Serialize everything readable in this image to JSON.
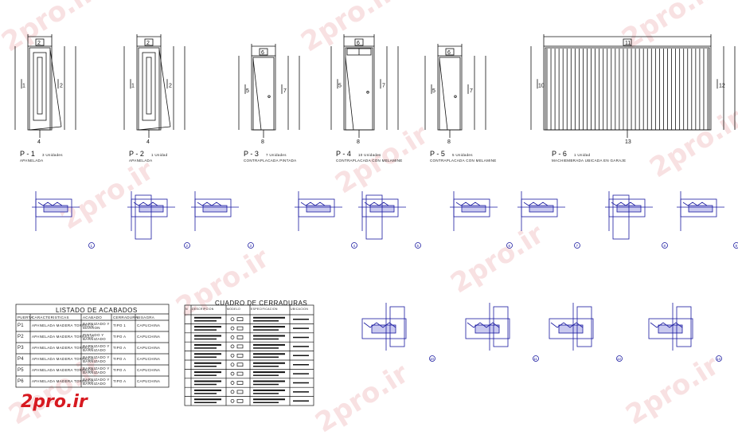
{
  "brand": {
    "text": "2pro.ir",
    "color": "#d71920"
  },
  "watermark": {
    "text": "2pro.ir",
    "color": "#f4c9cc"
  },
  "doors": [
    {
      "code": "P - 1",
      "units": "3 Unidades",
      "desc": "APANELADA",
      "top_mark": "2",
      "side_mark": "1",
      "right_mark": "2",
      "bottom_mark": "4"
    },
    {
      "code": "P - 2",
      "units": "1 Unidad",
      "desc": "APANELADA",
      "top_mark": "2",
      "side_mark": "1",
      "right_mark": "2",
      "bottom_mark": "4"
    },
    {
      "code": "P - 3",
      "units": "7 Unidades",
      "desc": "CONTRAPLACADA PINTADA",
      "top_mark": "6",
      "side_mark": "5",
      "right_mark": "7",
      "bottom_mark": "8"
    },
    {
      "code": "P - 4",
      "units": "10 Unidades",
      "desc": "CONTRAPLACADA CON MELAMINE",
      "top_mark": "6",
      "side_mark": "5",
      "right_mark": "7",
      "bottom_mark": "8"
    },
    {
      "code": "P - 5",
      "units": "5 Unidades",
      "desc": "CONTRAPLACADA CON MELAMINE",
      "top_mark": "6",
      "side_mark": "5",
      "right_mark": "7",
      "bottom_mark": "8"
    },
    {
      "code": "P - 6",
      "units": "1 Unidad",
      "desc": "MACHIEMBRADA UBICADA EN GARAJE",
      "top_mark": "11",
      "side_mark": "10",
      "right_mark": "12",
      "bottom_mark": "13"
    }
  ],
  "detail_numbers": [
    "1",
    "2",
    "3",
    "4",
    "5",
    "6",
    "7",
    "8",
    "9",
    "10",
    "11",
    "12",
    "13"
  ],
  "finishes": {
    "title": "LISTADO  DE  ACABADOS",
    "headers": [
      "PUERTA",
      "CARACTERISTICAS",
      "ACABADO",
      "CERRADURA",
      "BISAGRA"
    ],
    "rows": [
      [
        "P1",
        "APANELADA MADERA TORNILLO",
        "BARNIZADO Y MARRON",
        "TIPO 1",
        "CAPUCHINA"
      ],
      [
        "P2",
        "APANELADA MADERA TORNILLO",
        "PINTADO Y BARNIZADO",
        "TIPO A",
        "CAPUCHINA"
      ],
      [
        "P3",
        "APANELADA MADERA TORNILLO",
        "BARNIZADO Y BARNIZADO",
        "TIPO A",
        "CAPUCHINA"
      ],
      [
        "P4",
        "APANELADA MADERA TORNILLO",
        "BARNIZADO Y BARNIZADO",
        "TIPO A",
        "CAPUCHINA"
      ],
      [
        "P5",
        "APANELADA MADERA TORNILLO",
        "BARNIZADO Y BARNIZADO",
        "TIPO A",
        "CAPUCHINA"
      ],
      [
        "P6",
        "APANELADA MADERA TORNILLO",
        "BARNIZADO Y BARNIZADO",
        "TIPO A",
        "CAPUCHINA"
      ]
    ]
  },
  "locks": {
    "title": "CUADRO  DE  CERRADURAS",
    "headers": [
      "N",
      "DESCRIPCION",
      "MODELO",
      "ESPECIFICACION",
      "UBICACION"
    ],
    "rows": 10
  }
}
